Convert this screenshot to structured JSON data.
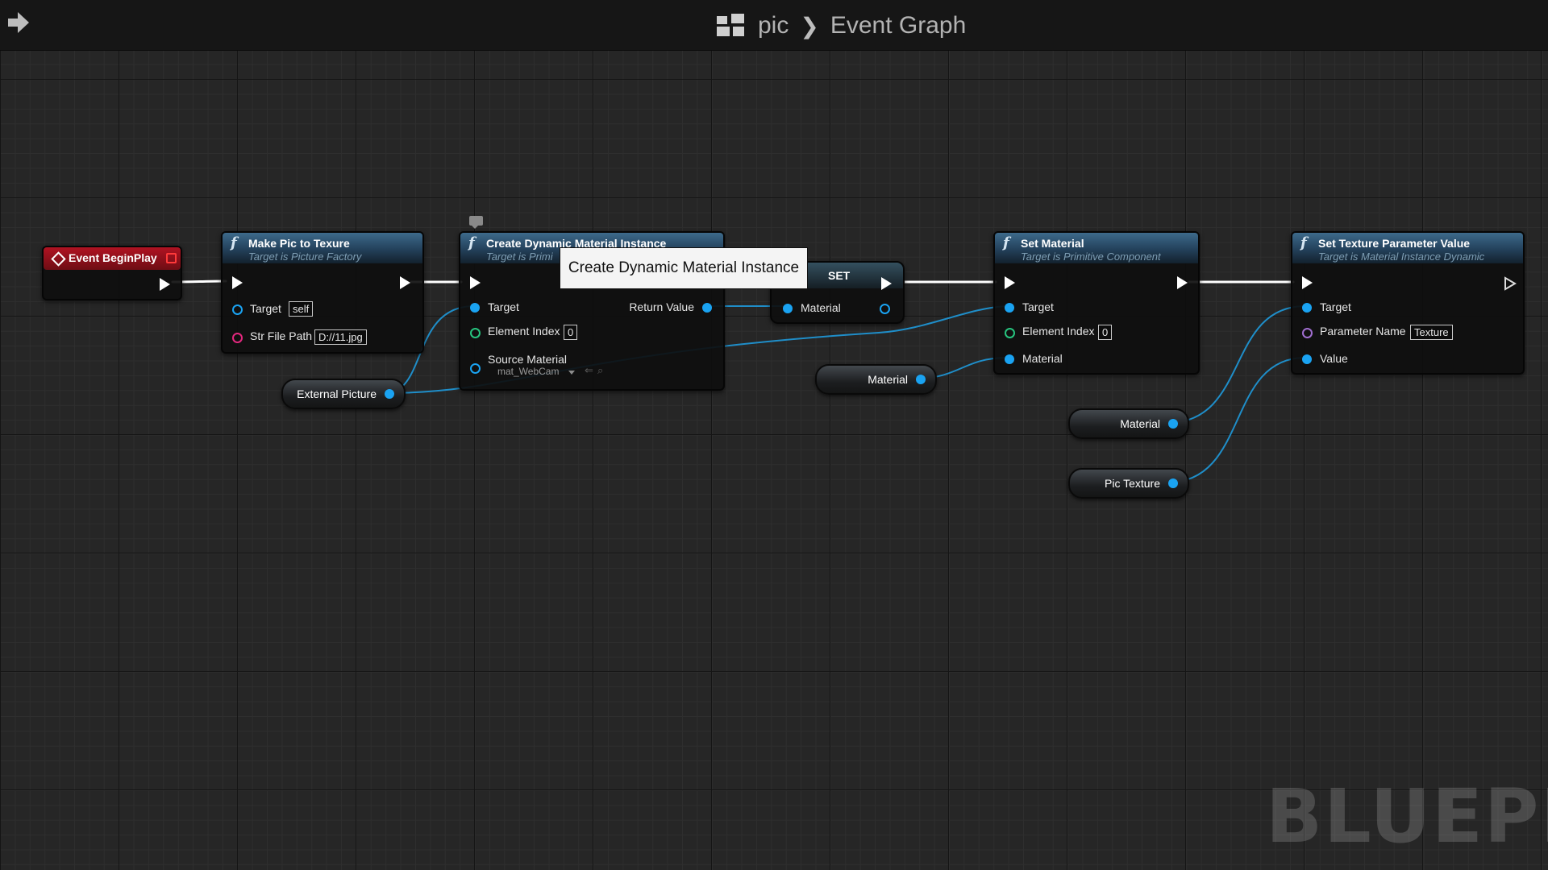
{
  "breadcrumb": {
    "blueprint": "pic",
    "graph": "Event Graph"
  },
  "tooltip": "Create Dynamic Material Instance",
  "watermark": "BLUEPRI",
  "colors": {
    "exec": "#ffffff",
    "object_pin": "#1aa3f2",
    "string_pin": "#e3287e",
    "int_pin": "#27c47f",
    "name_pin": "#a06ed0",
    "event_header": "#b01222",
    "function_header": "#3d6a8b"
  },
  "nodes": {
    "event_begin_play": {
      "title": "Event BeginPlay"
    },
    "make_pic": {
      "title": "Make Pic to Texure",
      "subtitle": "Target is Picture Factory",
      "target_label": "Target",
      "target_value": "self",
      "path_label": "Str File Path",
      "path_value": "D://11.jpg"
    },
    "create_dmi": {
      "title": "Create Dynamic Material Instance",
      "subtitle": "Target is Primi",
      "target_label": "Target",
      "index_label": "Element Index",
      "index_value": "0",
      "source_label": "Source Material",
      "source_value": "mat_WebCam",
      "return_label": "Return Value"
    },
    "set_var": {
      "title": "SET",
      "material_label": "Material"
    },
    "set_material": {
      "title": "Set Material",
      "subtitle": "Target is Primitive Component",
      "target_label": "Target",
      "index_label": "Element Index",
      "index_value": "0",
      "material_label": "Material"
    },
    "set_texture_param": {
      "title": "Set Texture Parameter Value",
      "subtitle": "Target is Material Instance Dynamic",
      "target_label": "Target",
      "param_label": "Parameter Name",
      "param_value": "Texture",
      "value_label": "Value"
    }
  },
  "variables": {
    "external_picture": "External Picture",
    "material_1": "Material",
    "material_2": "Material",
    "pic_texture": "Pic Texture"
  }
}
